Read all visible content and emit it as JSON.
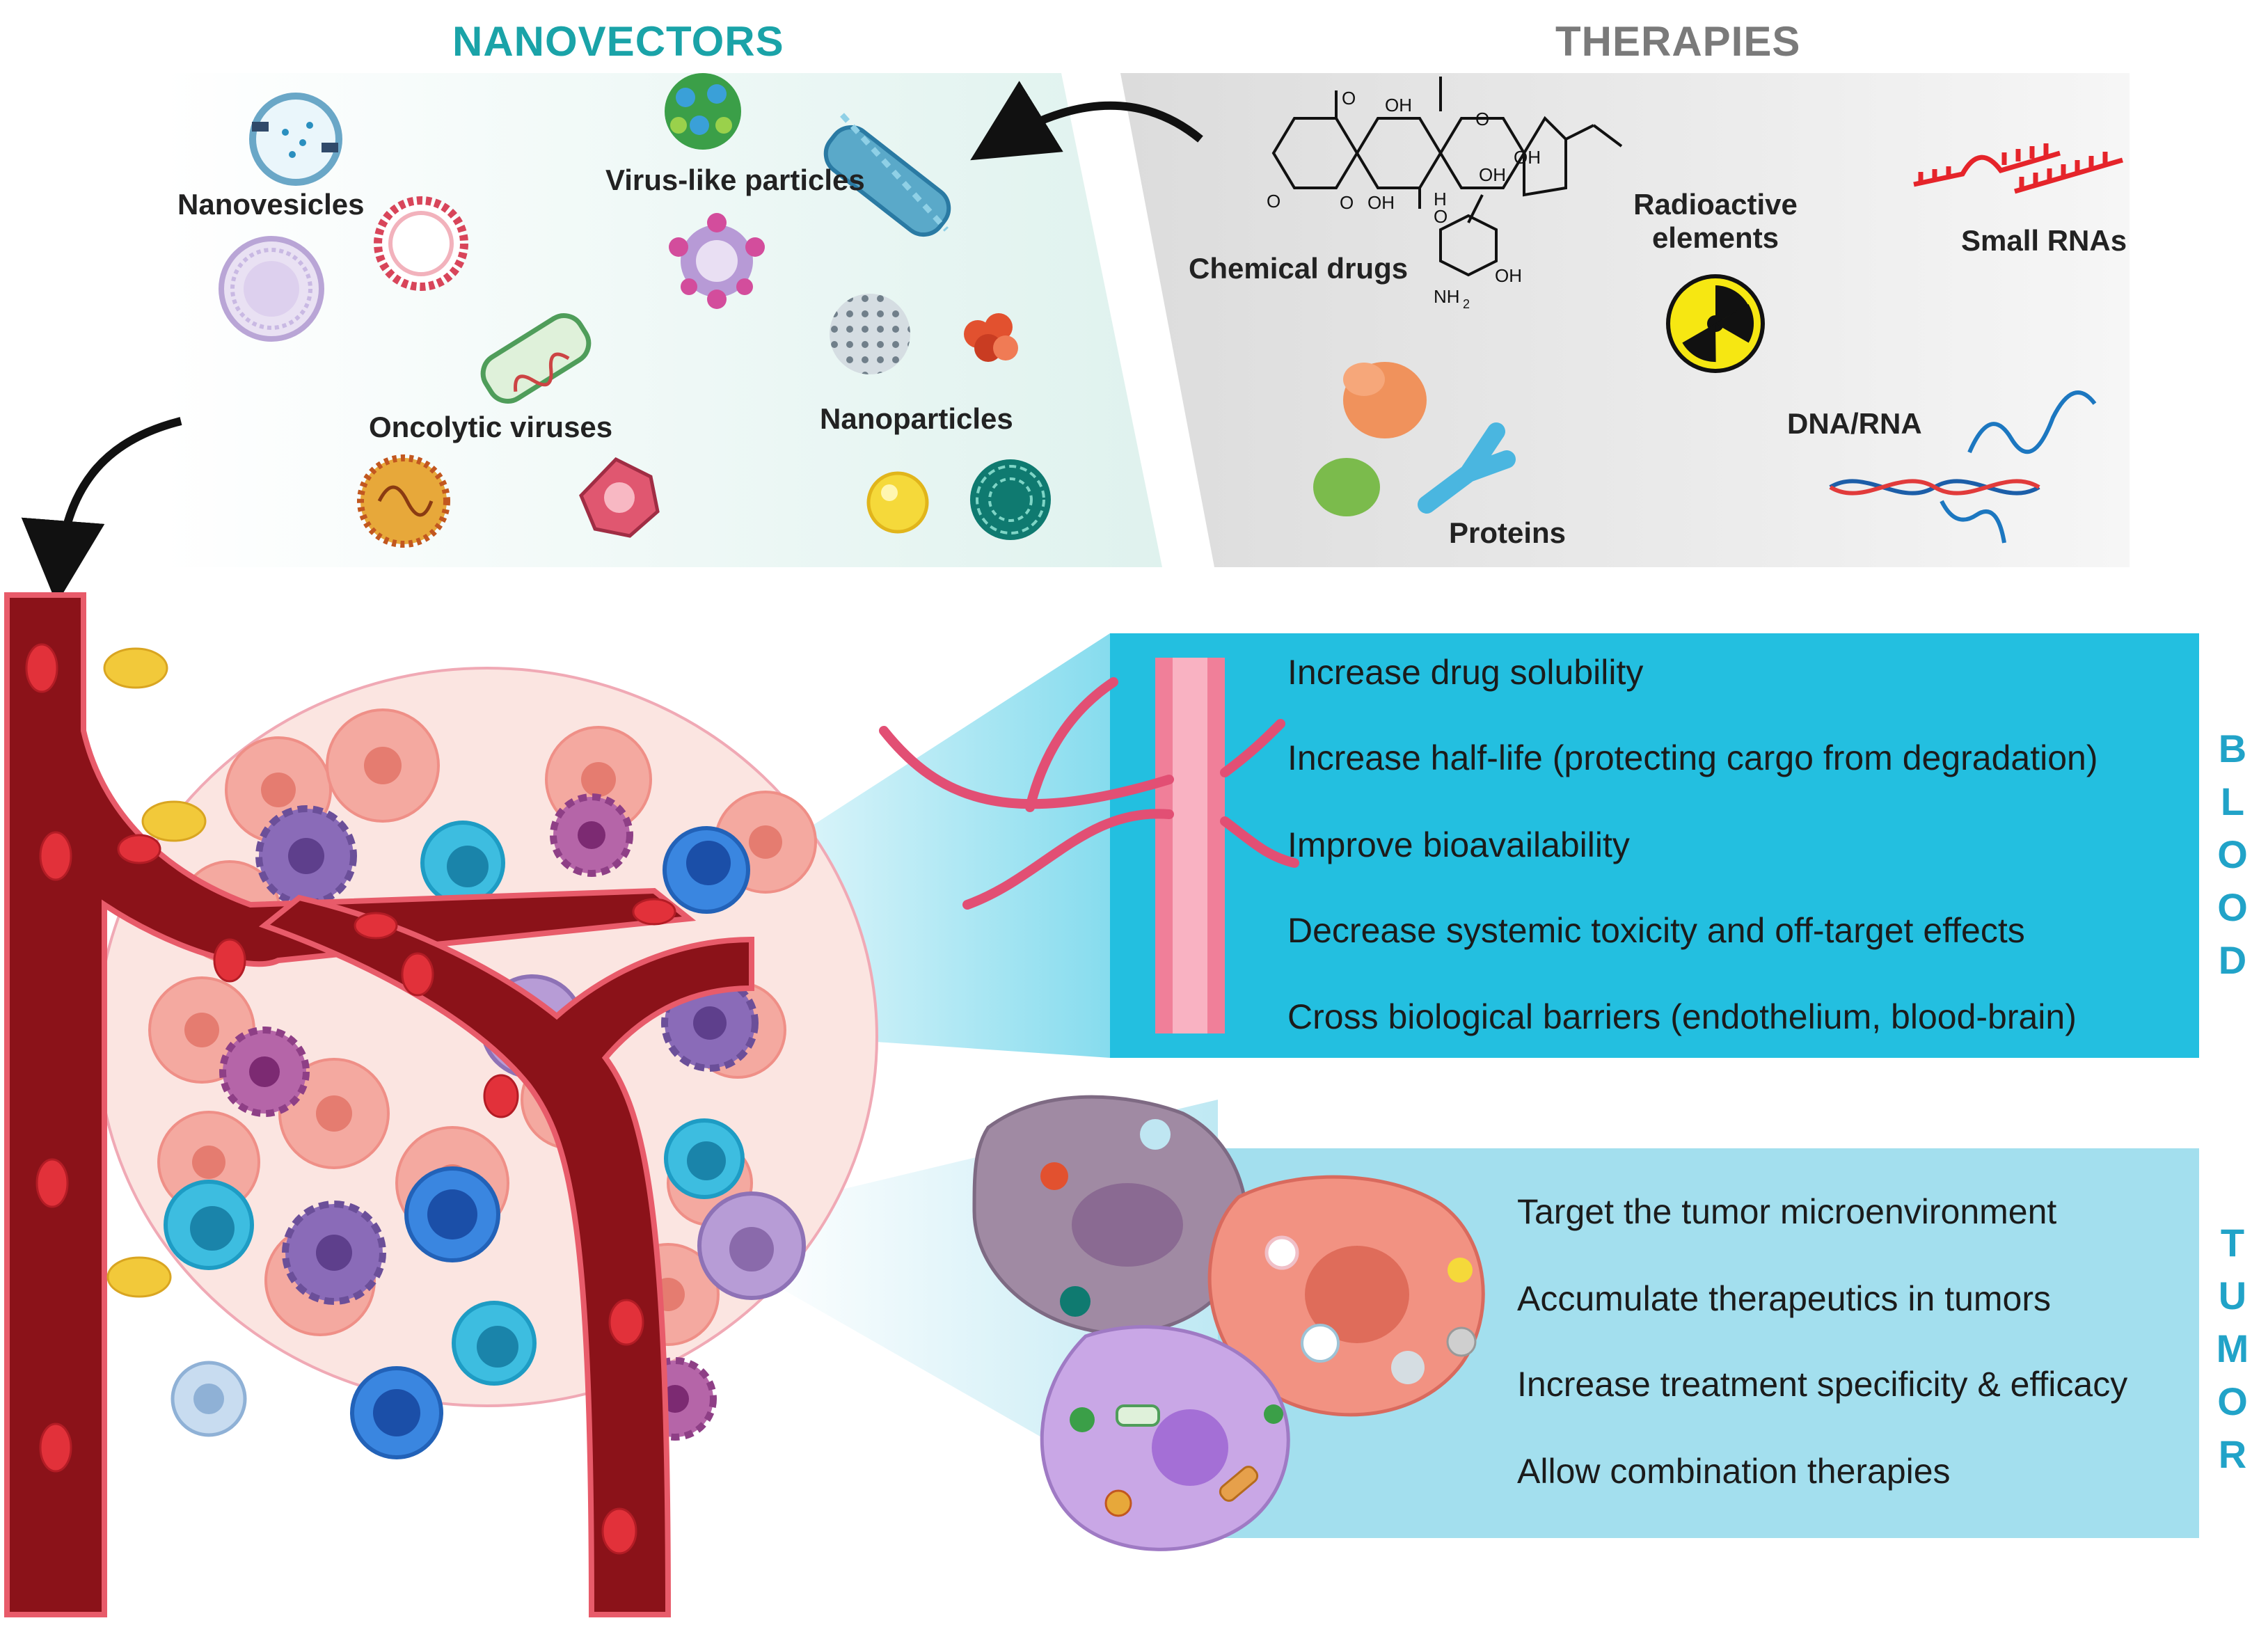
{
  "headers": {
    "nanovectors": "NANOVECTORS",
    "therapies": "THERAPIES"
  },
  "nanovectors": {
    "nanovesicles": "Nanovesicles",
    "virus_like": "Virus-like particles",
    "oncolytic": "Oncolytic viruses",
    "nanoparticles": "Nanoparticles"
  },
  "therapies": {
    "chemical": "Chemical drugs",
    "radioactive_1": "Radioactive",
    "radioactive_2": "elements",
    "small_rnas": "Small RNAs",
    "dna_rna": "DNA/RNA",
    "proteins": "Proteins"
  },
  "molecule": {
    "oh1": "OH",
    "oh2": "OH",
    "oh3": "OH",
    "oh4": "OH",
    "oh5": "OH",
    "o1": "O",
    "o2": "O",
    "o3": "O",
    "o4": "O",
    "o5": "O",
    "h": "H",
    "nh2": "NH",
    "nh2_sub": "2"
  },
  "blood": {
    "label": [
      "B",
      "L",
      "O",
      "O",
      "D"
    ],
    "benefits": [
      "Increase drug solubility",
      "Increase half-life (protecting cargo from degradation)",
      "Improve bioavailability",
      "Decrease systemic toxicity and off-target effects",
      "Cross biological barriers (endothelium, blood-brain)"
    ]
  },
  "tumor": {
    "label": [
      "T",
      "U",
      "M",
      "O",
      "R"
    ],
    "benefits": [
      "Target the tumor microenvironment",
      "Accumulate therapeutics in tumors",
      "Increase treatment specificity & efficacy",
      "Allow combination therapies"
    ]
  },
  "colors": {
    "nanovectors_title": "#1aa3a8",
    "therapies_title": "#7a7a7a",
    "blood_panel": "#23bfe0",
    "tumor_panel": "#a3dfee",
    "vessel": "#8b1219",
    "side_label": "#21a3c8"
  }
}
